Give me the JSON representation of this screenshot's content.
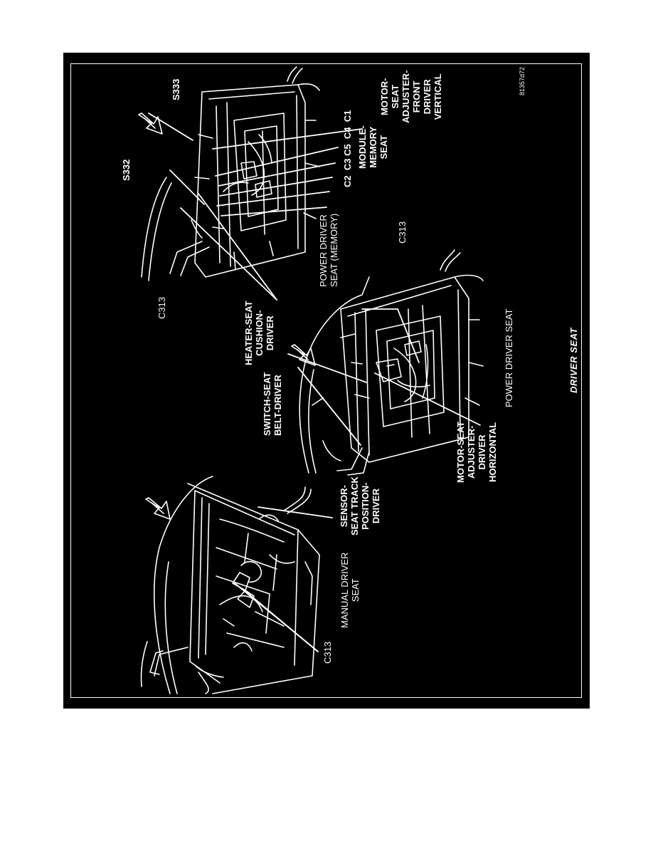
{
  "diagram": {
    "title": "DRIVER SEAT",
    "figure_id": "81357d72",
    "views": {
      "manual": {
        "title": "MANUAL DRIVER\nSEAT"
      },
      "power": {
        "title": "POWER DRIVER SEAT"
      },
      "memory": {
        "title": "POWER DRIVER\nSEAT (MEMORY)"
      }
    },
    "callouts": {
      "c313_manual": "C313",
      "sensor_track": "SENSOR-\nSEAT TRACK\nPOSITION-\nDRIVER",
      "switch_belt": "SWITCH-SEAT\nBELT-DRIVER",
      "heater_cushion": "HEATER-SEAT\nCUSHION-\nDRIVER",
      "motor_horizontal": "MOTOR-SEAT\nADJUSTER-\nDRIVER\nHORIZONTAL",
      "c313_power": "C313",
      "c313_memory": "C313",
      "s332": "S332",
      "s333": "S333",
      "connectors": "C2  C3 C5  C4  C1",
      "module_memory": "MODULE-\nMEMORY\nSEAT",
      "motor_vertical": "MOTOR-\nSEAT\nADJUSTER-\nFRONT\nDRIVER\nVERTICAL"
    }
  }
}
